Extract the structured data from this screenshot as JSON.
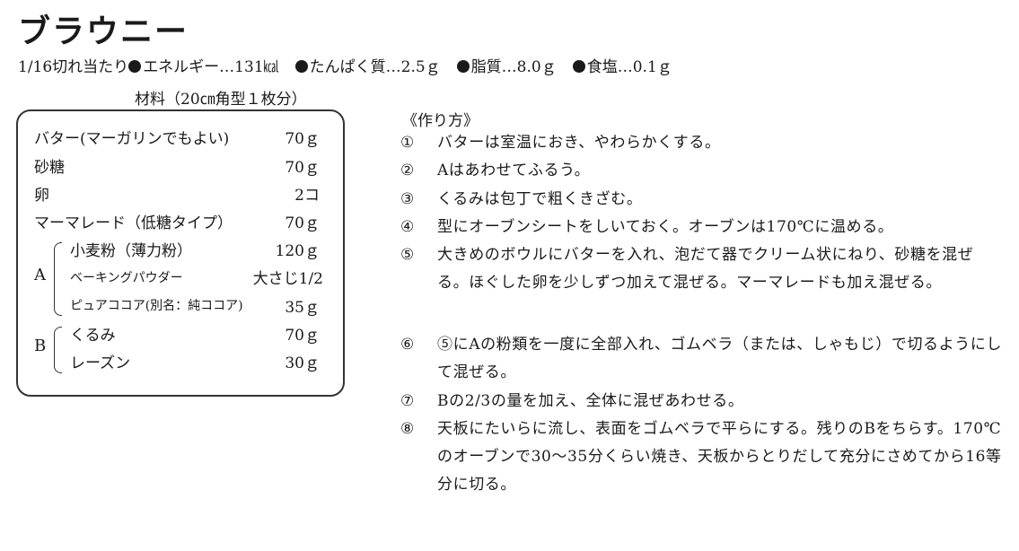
{
  "title": "ブラウニー",
  "nutrition": {
    "serving": "1/16切れ当たり",
    "items": [
      {
        "label": "エネルギー…131㎉"
      },
      {
        "label": "たんぱく質…2.5ｇ"
      },
      {
        "label": "脂質…8.0ｇ"
      },
      {
        "label": "食塩…0.1ｇ"
      }
    ]
  },
  "materials": {
    "heading": "材料（20㎝角型１枚分）",
    "rows": [
      {
        "name": "バター(マーガリンでもよい)",
        "amount": "70ｇ"
      },
      {
        "name": "砂糖",
        "amount": "70ｇ"
      },
      {
        "name": "卵",
        "amount": "2コ"
      },
      {
        "name": "マーマレード（低糖タイプ）",
        "amount": "70ｇ"
      }
    ],
    "group_a": {
      "letter": "A",
      "rows": [
        {
          "name": "小麦粉（薄力粉）",
          "amount": "120ｇ"
        },
        {
          "name": "ベーキングパウダー",
          "amount": "大さじ1/2"
        },
        {
          "name": "ピュアココア(別名：純ココア)",
          "amount": "35ｇ"
        }
      ]
    },
    "group_b": {
      "letter": "B",
      "rows": [
        {
          "name": "くるみ",
          "amount": "70ｇ"
        },
        {
          "name": "レーズン",
          "amount": "30ｇ"
        }
      ]
    }
  },
  "method": {
    "heading": "《作り方》",
    "steps": [
      {
        "num": "①",
        "text": "バターは室温におき、やわらかくする。"
      },
      {
        "num": "②",
        "text": "Aはあわせてふるう。"
      },
      {
        "num": "③",
        "text": "くるみは包丁で粗くきざむ。"
      },
      {
        "num": "④",
        "text": "型にオーブンシートをしいておく。オーブンは170℃に温める。"
      },
      {
        "num": "⑤",
        "text": "大きめのボウルにバターを入れ、泡だて器でクリーム状にねり、砂糖を混ぜる。ほぐした卵を少しずつ加えて混ぜる。マーマレードも加え混ぜる。"
      },
      {
        "num": "⑥",
        "text": "⑤にAの粉類を一度に全部入れ、ゴムベラ（または、しゃもじ）で切るようにして混ぜる。"
      },
      {
        "num": "⑦",
        "text": "Bの2/3の量を加え、全体に混ぜあわせる。"
      },
      {
        "num": "⑧",
        "text": "天板にたいらに流し、表面をゴムベラで平らにする。残りのBをちらす。170℃のオーブンで30〜35分くらい焼き、天板からとりだして充分にさめてから16等分に切る。"
      }
    ]
  }
}
